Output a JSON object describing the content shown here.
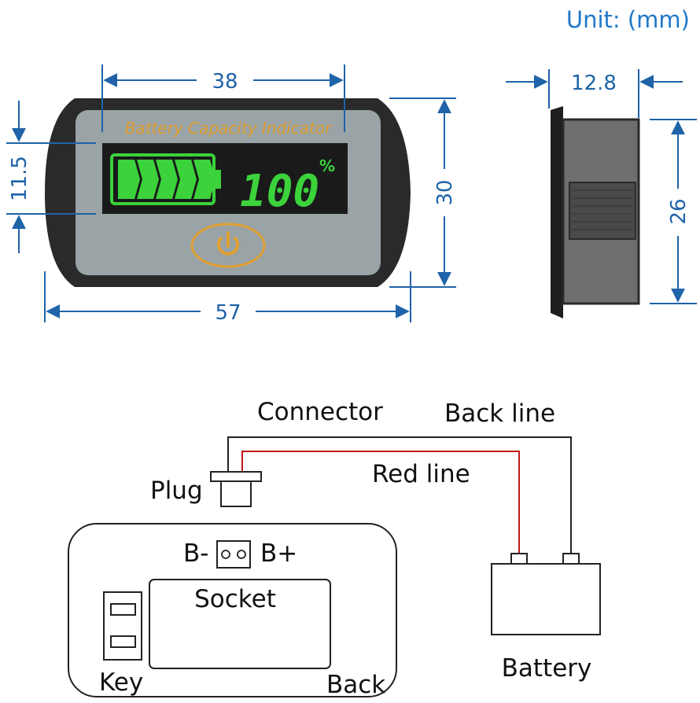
{
  "unit_label": "Unit: (mm)",
  "front": {
    "title": "Battery Capacity Indicator",
    "percent": "100",
    "percent_sign": "%",
    "battery_bars": 5,
    "dims": {
      "width_inner": "38",
      "width_outer": "57",
      "height_outer": "30",
      "height_display": "11.5"
    }
  },
  "side": {
    "dims": {
      "depth": "12.8",
      "height": "26"
    }
  },
  "wiring": {
    "connector": "Connector",
    "back_line": "Back line",
    "red_line": "Red line",
    "plug": "Plug",
    "b_minus": "B-",
    "b_plus": "B+",
    "socket": "Socket",
    "key": "Key",
    "back": "Back",
    "battery": "Battery"
  },
  "colors": {
    "dimension": "#1f63a8",
    "device_body": "#2a2a2a",
    "panel": "#9aa3a6",
    "lcd": "#1a1a1a",
    "lcd_green": "#3bd23b",
    "accent_orange": "#e0a030",
    "red_wire": "#c01818"
  }
}
